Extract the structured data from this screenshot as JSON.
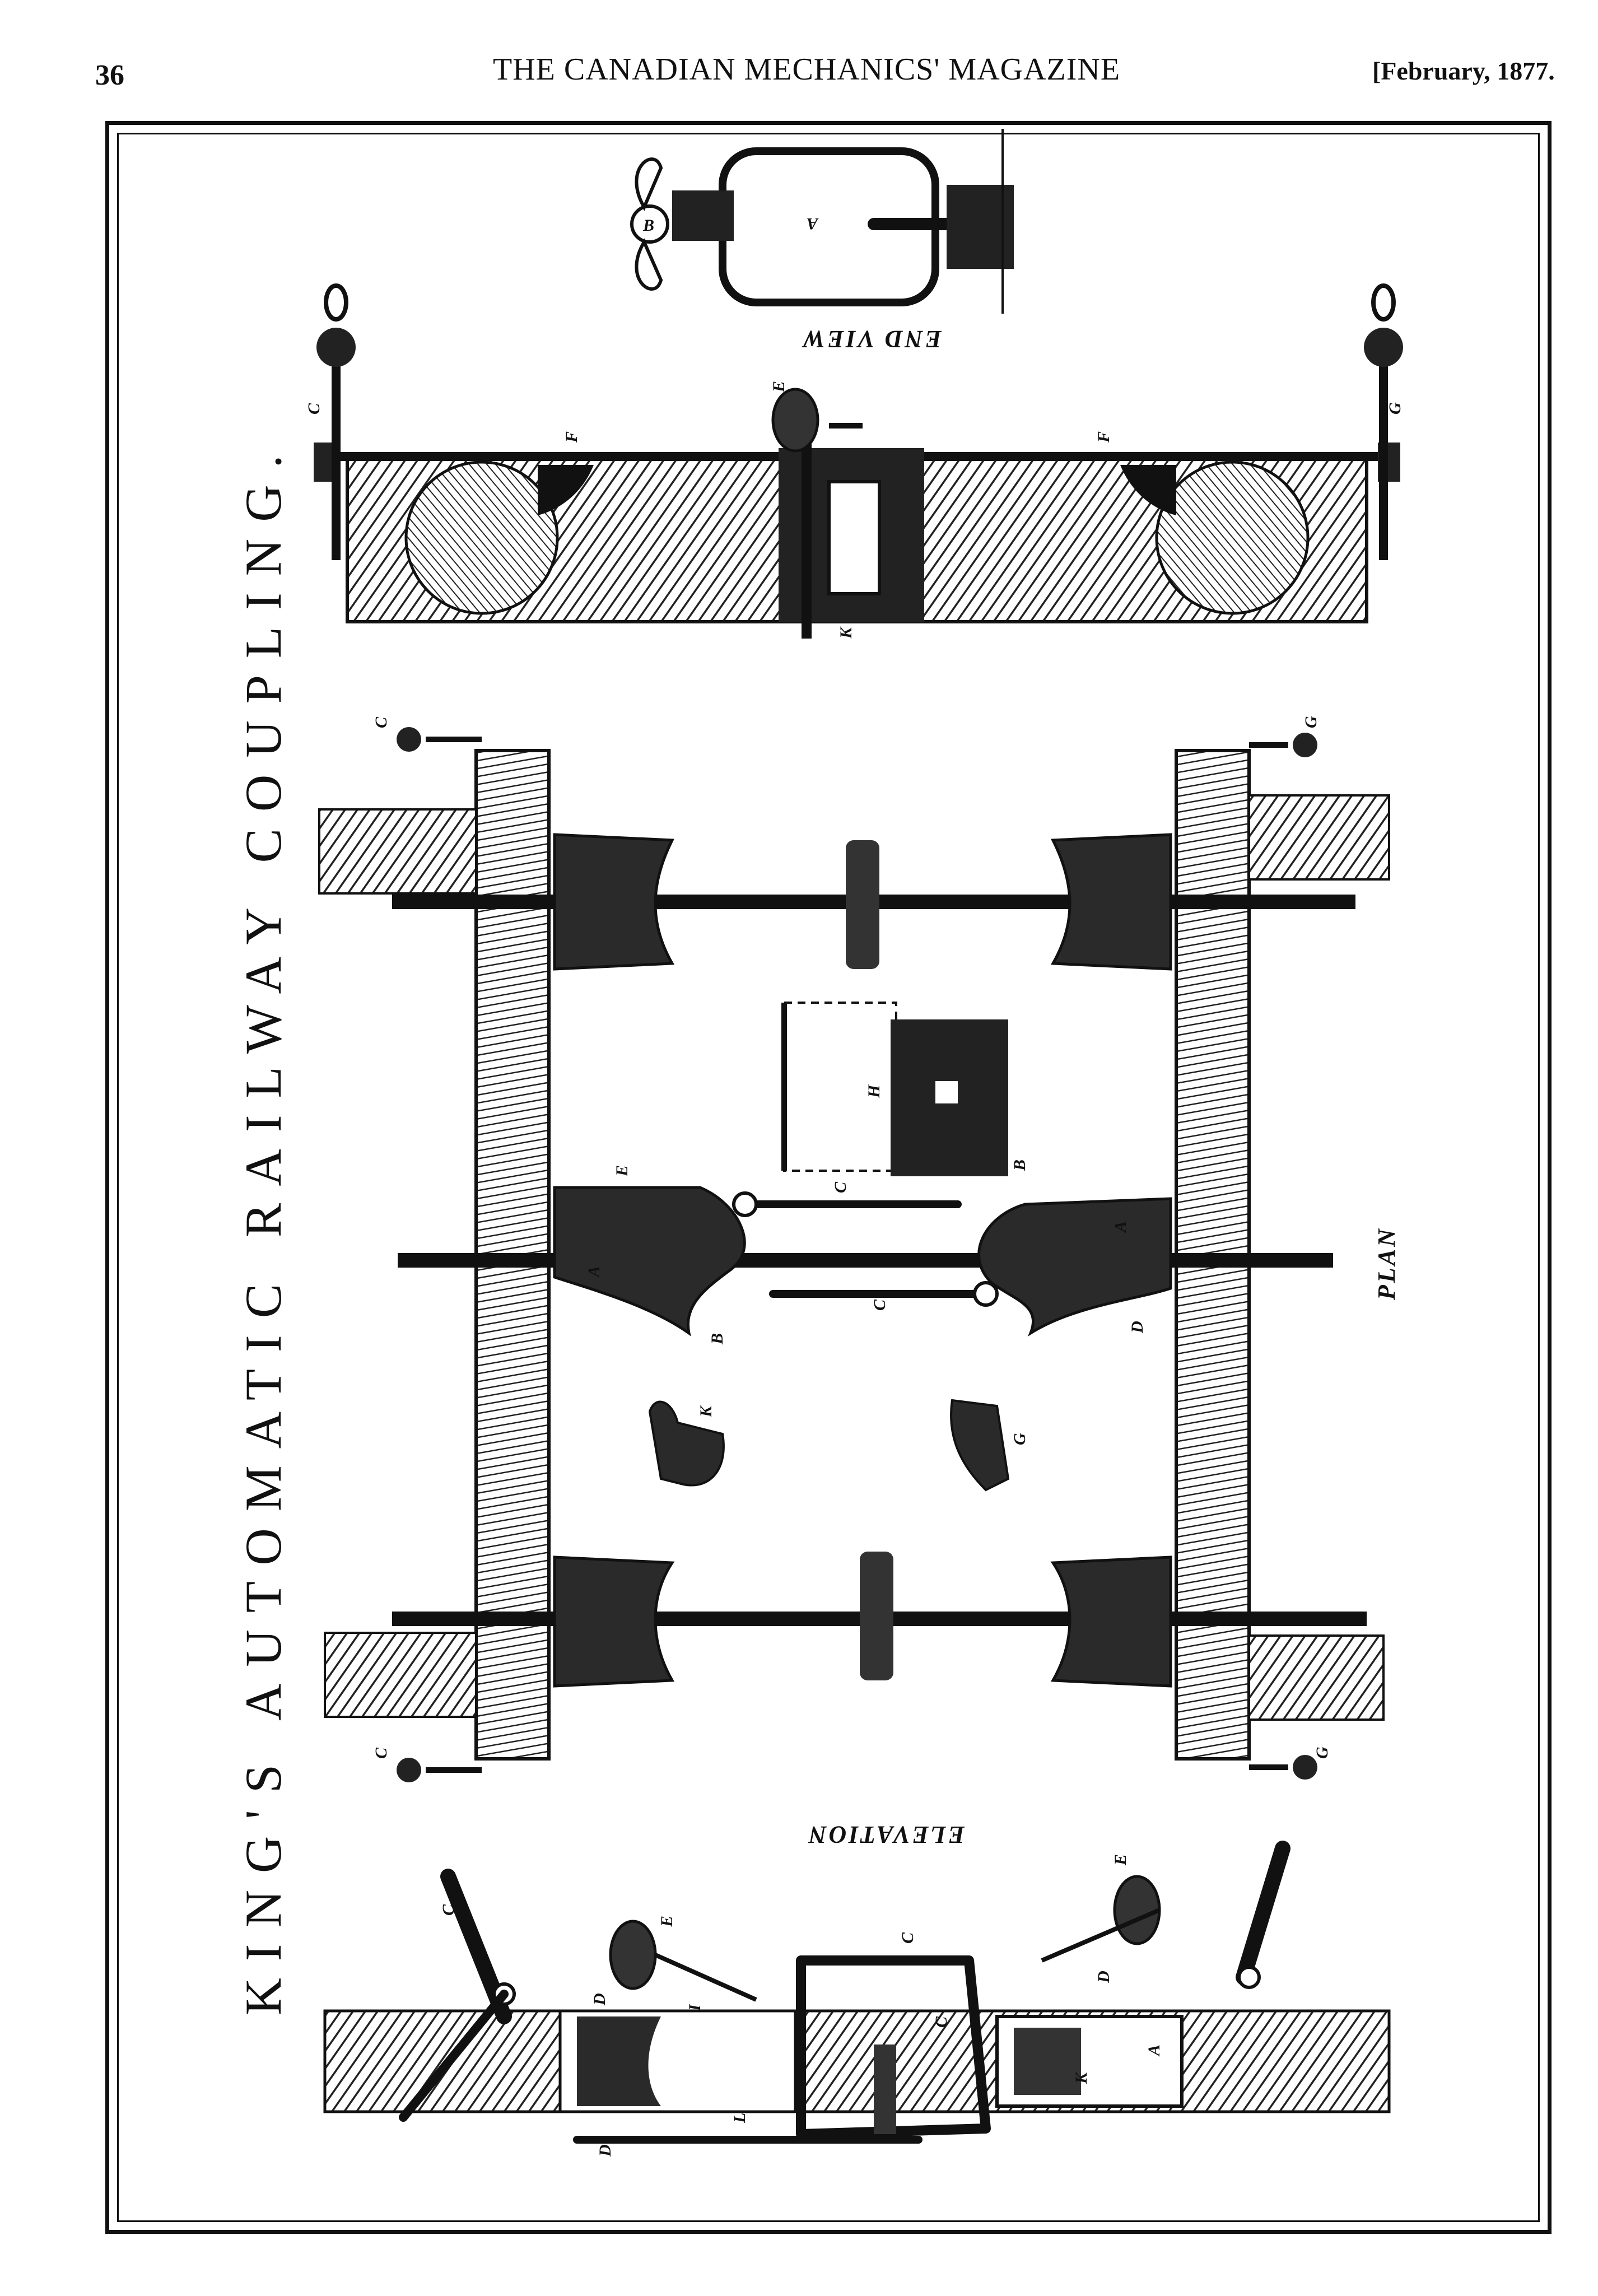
{
  "header": {
    "page_number": "36",
    "magazine_title": "THE CANADIAN MECHANICS' MAGAZINE",
    "issue_date": "[February, 1877."
  },
  "plate": {
    "title": "KING'S AUTOMATIC RAILWAY COUPLING.",
    "captions": {
      "end_view": "END VIEW",
      "plan": "PLAN",
      "elevation": "ELEVATION"
    },
    "labels": [
      "A",
      "B",
      "C",
      "D",
      "E",
      "F",
      "G",
      "H",
      "I",
      "K",
      "L"
    ]
  }
}
